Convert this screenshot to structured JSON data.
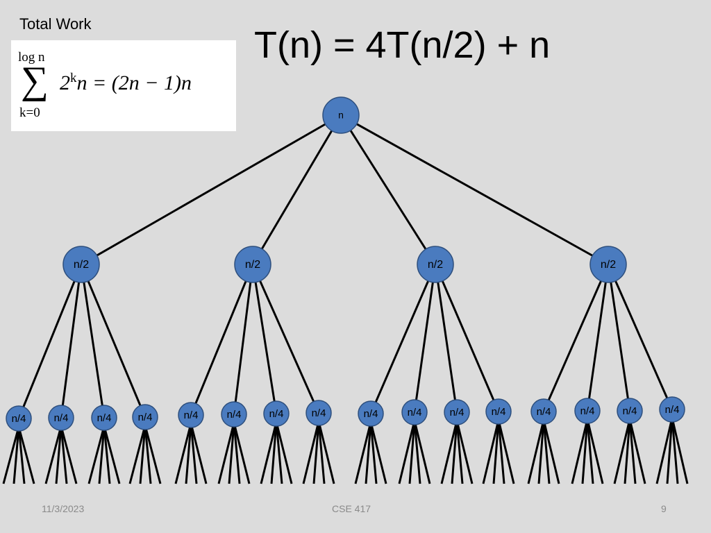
{
  "heading": "Total Work",
  "title": "T(n) = 4T(n/2) + n",
  "formula": {
    "upper_limit": "log n",
    "sigma": "∑",
    "lower_limit": "k=0",
    "base": "2",
    "exponent": "k",
    "rest": "n = (2n − 1)n"
  },
  "tree": {
    "root_label": "n",
    "level1_label": "n/2",
    "level2_label": "n/4",
    "branching": 4
  },
  "footer": {
    "date": "11/3/2023",
    "course": "CSE 417",
    "page": "9"
  },
  "colors": {
    "node_fill": "#4a7bbf",
    "background": "#dcdcdc"
  }
}
